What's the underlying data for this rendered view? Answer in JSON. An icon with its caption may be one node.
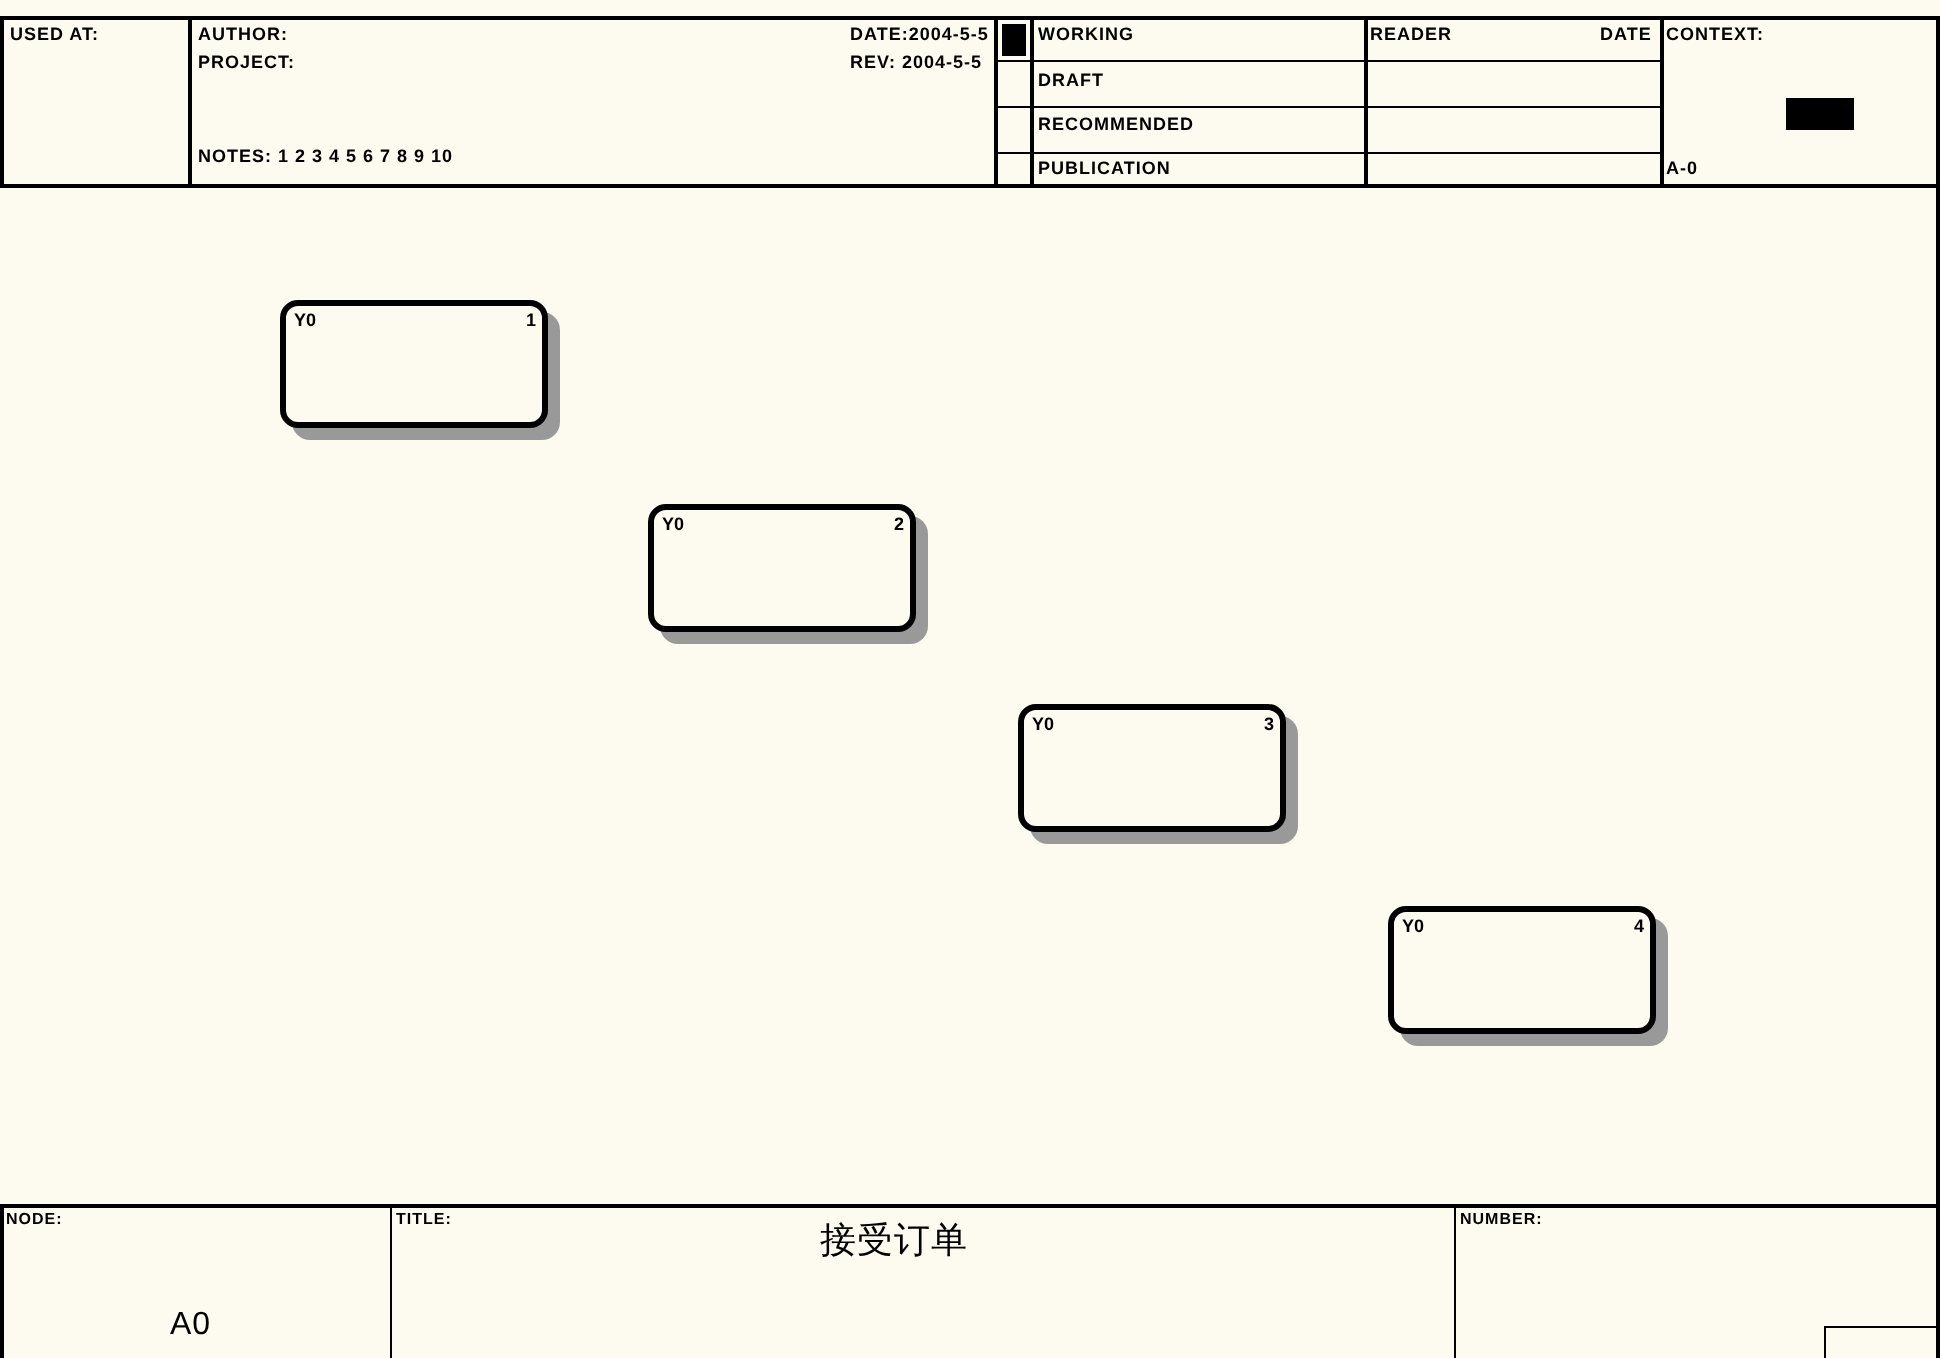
{
  "diagram": {
    "title": "接受订单",
    "nodes": [
      {
        "text": [
          "Y0",
          "1"
        ]
      },
      {
        "text": [
          "Y0",
          "2"
        ]
      },
      {
        "text": [
          "Y0",
          "3"
        ]
      },
      {
        "text": [
          "Y0",
          "4"
        ]
      }
    ],
    "labels": [
      "USED AT:",
      "AUTHOR:",
      "DATE:2004-5-5",
      "WORKING",
      "READER",
      "DATE",
      "CONTEXT:",
      "PROJECT:",
      "REV: 2004-5-5",
      "DRAFT",
      "RECOMMENDED",
      "NOTES: 1 2 3 4 5 6 7 8 9 10",
      "PUBLICATION",
      "A-0",
      "NODE:",
      "TITLE:",
      "NUMBER:",
      "A0"
    ]
  }
}
